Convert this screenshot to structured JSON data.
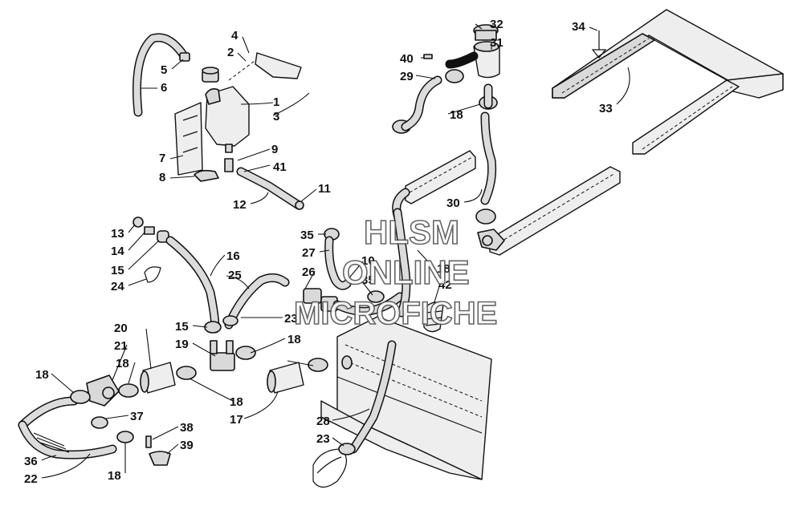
{
  "callouts": [
    {
      "id": "c1",
      "text": "1"
    },
    {
      "id": "c2",
      "text": "2"
    },
    {
      "id": "c3",
      "text": "3"
    },
    {
      "id": "c4",
      "text": "4"
    },
    {
      "id": "c5",
      "text": "5"
    },
    {
      "id": "c6",
      "text": "6"
    },
    {
      "id": "c7",
      "text": "7"
    },
    {
      "id": "c8",
      "text": "8"
    },
    {
      "id": "c9",
      "text": "9"
    },
    {
      "id": "c41a",
      "text": "41"
    },
    {
      "id": "c11",
      "text": "11"
    },
    {
      "id": "c12",
      "text": "12"
    },
    {
      "id": "c13",
      "text": "13"
    },
    {
      "id": "c14",
      "text": "14"
    },
    {
      "id": "c15a",
      "text": "15"
    },
    {
      "id": "c24",
      "text": "24"
    },
    {
      "id": "c16",
      "text": "16"
    },
    {
      "id": "c25",
      "text": "25"
    },
    {
      "id": "c15b",
      "text": "15"
    },
    {
      "id": "c23a",
      "text": "23"
    },
    {
      "id": "c20",
      "text": "20"
    },
    {
      "id": "c21",
      "text": "21"
    },
    {
      "id": "c18a",
      "text": "18"
    },
    {
      "id": "c19",
      "text": "19"
    },
    {
      "id": "c18b",
      "text": "18"
    },
    {
      "id": "c18c",
      "text": "18"
    },
    {
      "id": "c37",
      "text": "37"
    },
    {
      "id": "c38",
      "text": "38"
    },
    {
      "id": "c39",
      "text": "39"
    },
    {
      "id": "c36",
      "text": "36"
    },
    {
      "id": "c22",
      "text": "22"
    },
    {
      "id": "c18d",
      "text": "18"
    },
    {
      "id": "c18e",
      "text": "18"
    },
    {
      "id": "c17",
      "text": "17"
    },
    {
      "id": "c35a",
      "text": "35"
    },
    {
      "id": "c27",
      "text": "27"
    },
    {
      "id": "c10",
      "text": "10"
    },
    {
      "id": "c26",
      "text": "26"
    },
    {
      "id": "c35b",
      "text": "35"
    },
    {
      "id": "c18f",
      "text": "18"
    },
    {
      "id": "c42",
      "text": "42"
    },
    {
      "id": "c28",
      "text": "28"
    },
    {
      "id": "c23b",
      "text": "23"
    },
    {
      "id": "c32",
      "text": "32"
    },
    {
      "id": "c31",
      "text": "31"
    },
    {
      "id": "c40",
      "text": "40"
    },
    {
      "id": "c29",
      "text": "29"
    },
    {
      "id": "c18g",
      "text": "18"
    },
    {
      "id": "c30",
      "text": "30"
    },
    {
      "id": "c34",
      "text": "34"
    },
    {
      "id": "c33",
      "text": "33"
    }
  ],
  "watermark": {
    "line1": "HLSM",
    "line2": "ONLINE",
    "line3": "MICROFICHE"
  }
}
